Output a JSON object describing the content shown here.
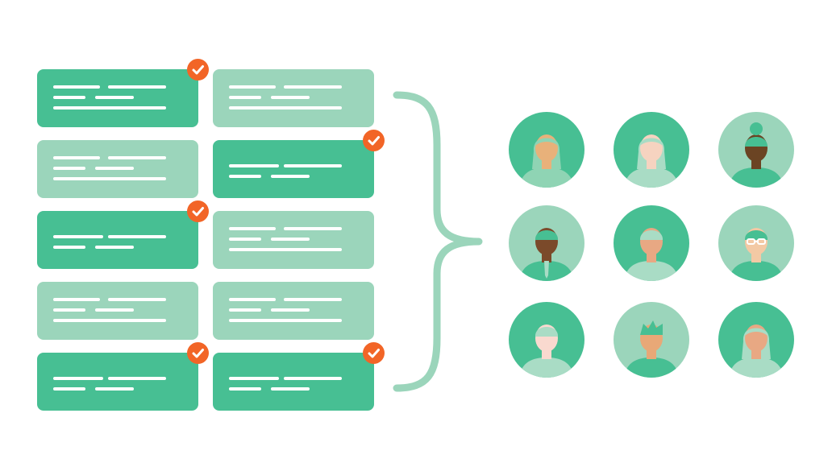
{
  "colors": {
    "selected": "#47bf93",
    "unselected": "#9bd5bb",
    "check": "#f26527",
    "avatar_bg_dark": "#47bf93",
    "avatar_bg_light": "#9bd5bb",
    "brace": "#9bd5bb"
  },
  "cards": [
    {
      "col": 0,
      "row": 0,
      "selected": true
    },
    {
      "col": 1,
      "row": 0,
      "selected": false
    },
    {
      "col": 0,
      "row": 1,
      "selected": false
    },
    {
      "col": 1,
      "row": 1,
      "selected": true
    },
    {
      "col": 0,
      "row": 2,
      "selected": true
    },
    {
      "col": 1,
      "row": 2,
      "selected": false
    },
    {
      "col": 0,
      "row": 3,
      "selected": false
    },
    {
      "col": 1,
      "row": 3,
      "selected": false
    },
    {
      "col": 0,
      "row": 4,
      "selected": true
    },
    {
      "col": 1,
      "row": 4,
      "selected": true
    }
  ],
  "check_icon": "checkmark-icon",
  "brace_icon": "curly-brace-icon",
  "people": [
    {
      "bg": "dark",
      "skin": "#e8b17a",
      "hair": "#8fd4b4",
      "style": "long",
      "shirt": "#8fd4b4"
    },
    {
      "bg": "dark",
      "skin": "#f6d3c0",
      "hair": "#a9dcc5",
      "style": "long",
      "shirt": "#a9dcc5"
    },
    {
      "bg": "light",
      "skin": "#6b4423",
      "hair": "#47bf93",
      "style": "bun",
      "shirt": "#47bf93"
    },
    {
      "bg": "light",
      "skin": "#7b4a2a",
      "hair": "#47bf93",
      "style": "short",
      "shirt": "#47bf93",
      "tie": true
    },
    {
      "bg": "dark",
      "skin": "#e8a883",
      "hair": "#a9dcc5",
      "style": "short",
      "shirt": "#a9dcc5"
    },
    {
      "bg": "light",
      "skin": "#f3c9a4",
      "hair": "#47bf93",
      "style": "short",
      "shirt": "#47bf93",
      "glasses": true
    },
    {
      "bg": "dark",
      "skin": "#f9d9cf",
      "hair": "#a9dcc5",
      "style": "short",
      "shirt": "#a9dcc5"
    },
    {
      "bg": "light",
      "skin": "#e8a877",
      "hair": "#47bf93",
      "style": "spiky",
      "shirt": "#47bf93"
    },
    {
      "bg": "dark",
      "skin": "#e8a883",
      "hair": "#a9dcc5",
      "style": "long",
      "shirt": "#a9dcc5"
    }
  ]
}
